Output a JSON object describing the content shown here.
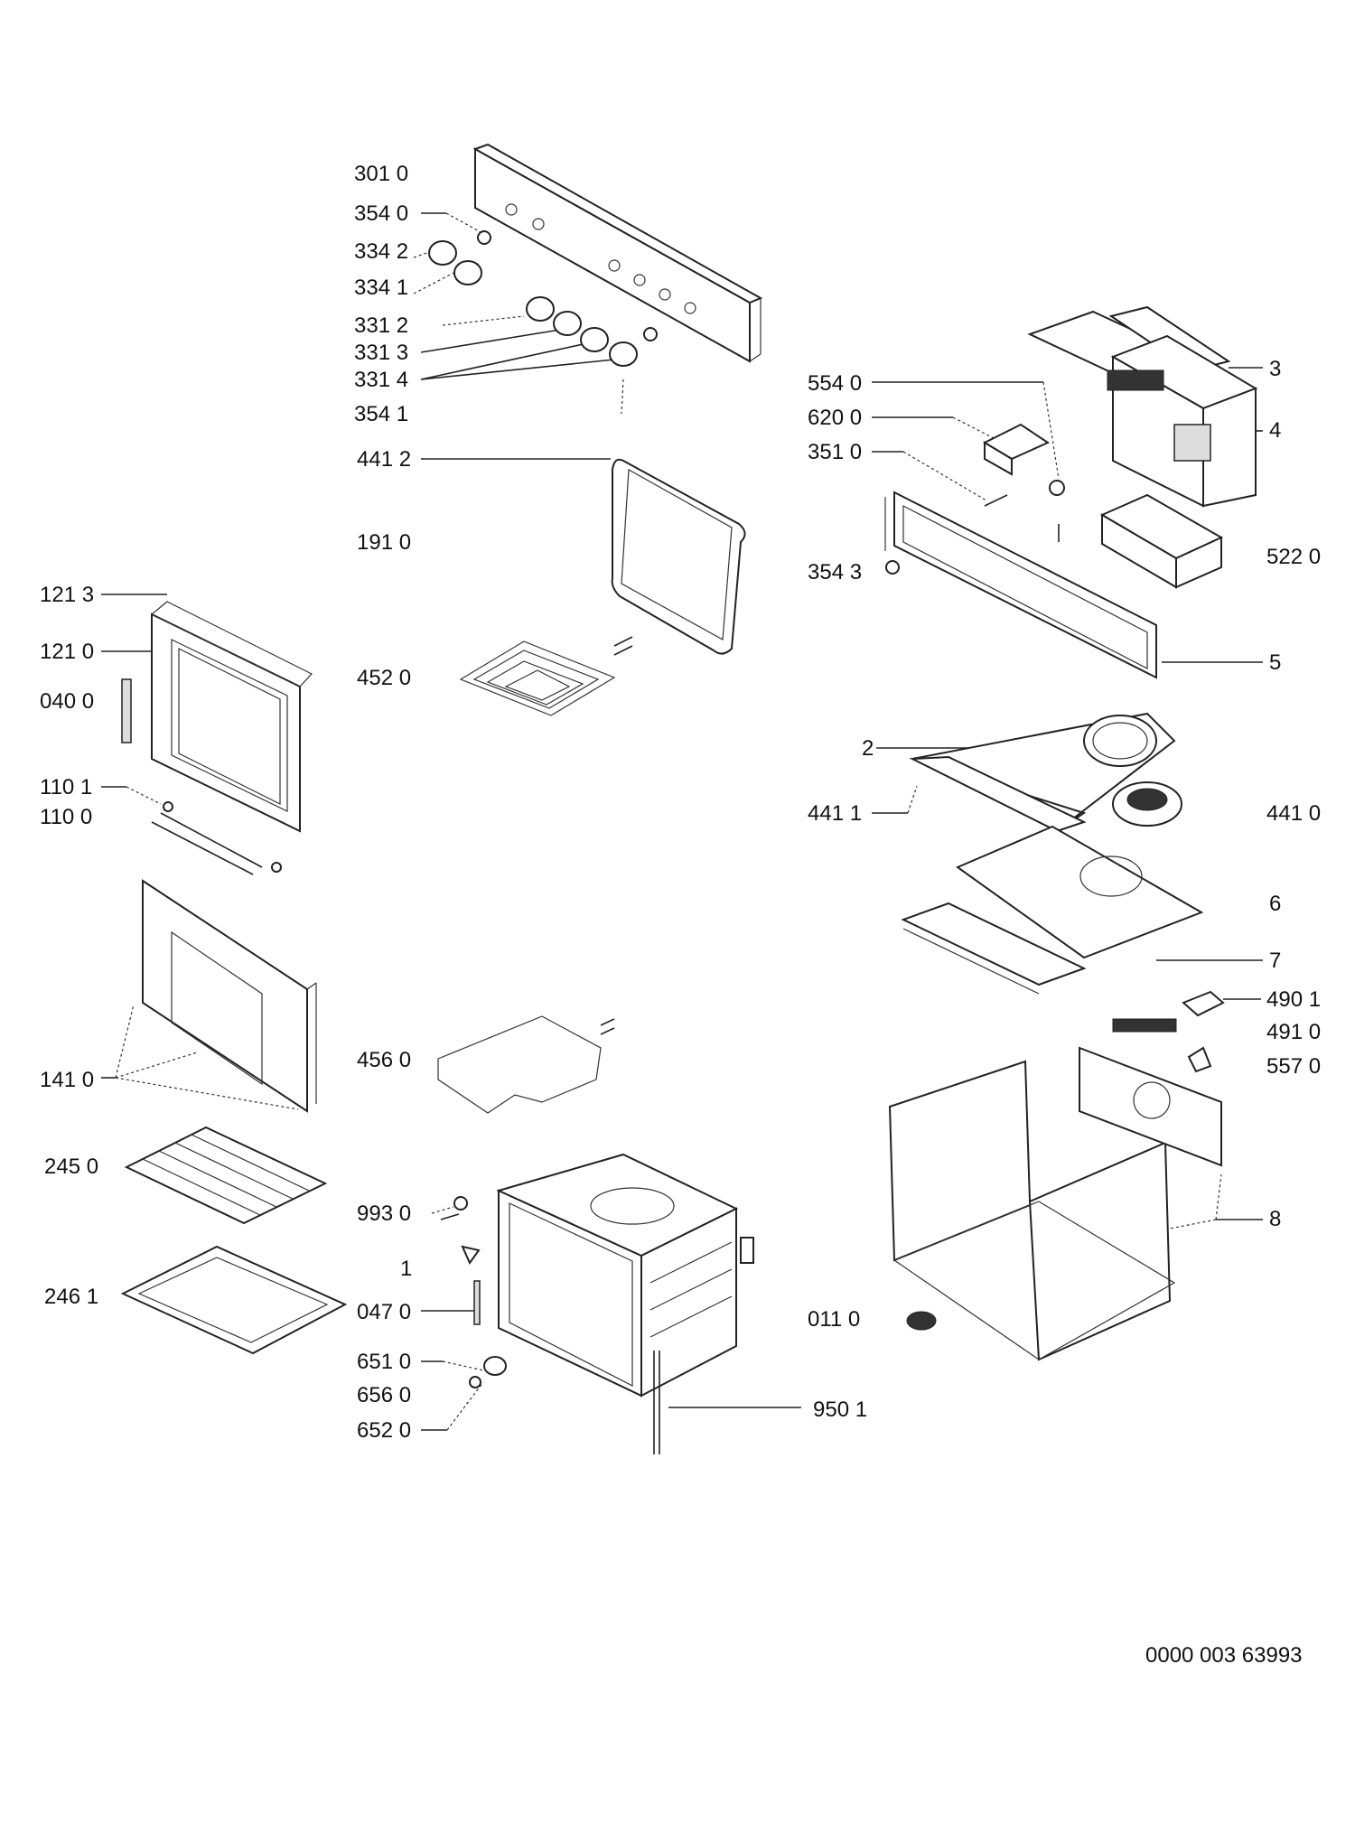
{
  "labels": {
    "l3010": "301 0",
    "l3540": "354 0",
    "l3342": "334 2",
    "l3341": "334 1",
    "l3312": "331 2",
    "l3313": "331 3",
    "l3314": "331 4",
    "l3541": "354 1",
    "l4412": "441 2",
    "l1910": "191 0",
    "l1213": "121 3",
    "l1210": "121 0",
    "l0400": "040 0",
    "l4520": "452 0",
    "l1101": "110 1",
    "l1100": "110 0",
    "l4560": "456 0",
    "l1410": "141 0",
    "l2450": "245 0",
    "l9930": "993 0",
    "l1": "1",
    "l2461": "246 1",
    "l0470": "047 0",
    "l6510": "651 0",
    "l6560": "656 0",
    "l6520": "652 0",
    "l9501": "950 1",
    "l5540": "554 0",
    "l6200": "620 0",
    "l3510": "351 0",
    "l3543": "354 3",
    "l5220": "522 0",
    "l3": "3",
    "l4": "4",
    "l5": "5",
    "l2": "2",
    "l4411": "441 1",
    "l4410": "441 0",
    "l6": "6",
    "l7": "7",
    "l4901": "490 1",
    "l4910": "491 0",
    "l5570": "557 0",
    "l8": "8",
    "l0110": "011 0",
    "docnum": "0000 003 63993"
  }
}
